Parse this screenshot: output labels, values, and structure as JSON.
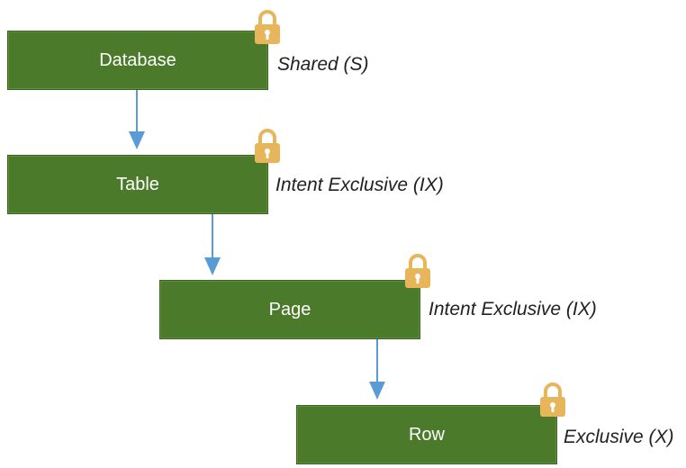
{
  "diagram": {
    "nodes": [
      {
        "label": "Database",
        "lock_mode": "Shared (S)",
        "icon": "lock-icon"
      },
      {
        "label": "Table",
        "lock_mode": "Intent Exclusive (IX)",
        "icon": "lock-icon"
      },
      {
        "label": "Page",
        "lock_mode": "Intent Exclusive (IX)",
        "icon": "lock-icon"
      },
      {
        "label": "Row",
        "lock_mode": "Exclusive (X)",
        "icon": "lock-icon"
      }
    ],
    "colors": {
      "node_fill": "#4a7a2a",
      "node_text": "#ffffff",
      "arrow": "#5b9bd5",
      "lock_body": "#e8b65a",
      "lock_keyhole": "#ffffff"
    }
  }
}
